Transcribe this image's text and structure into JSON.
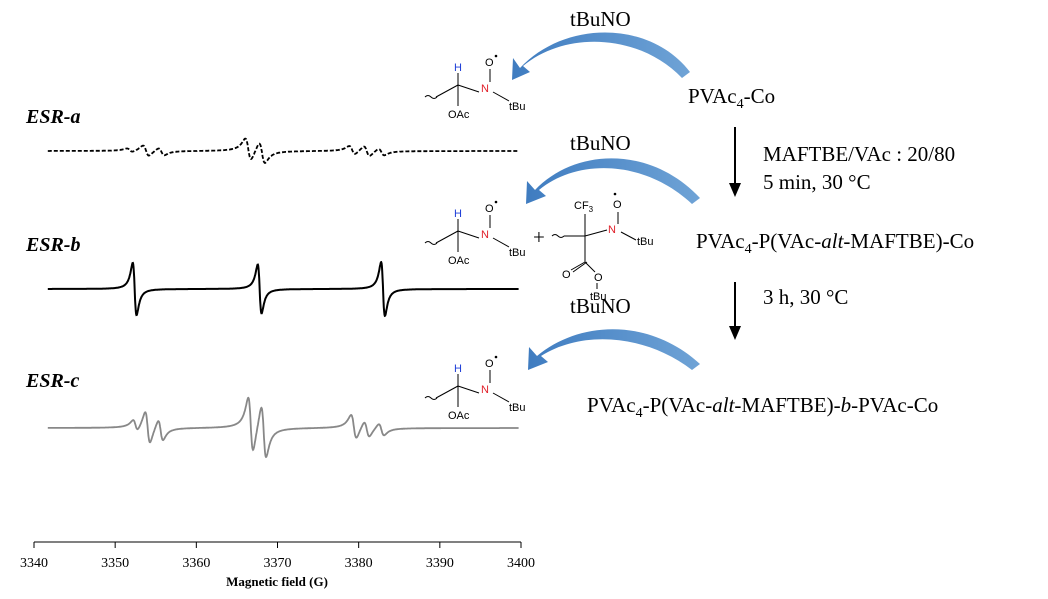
{
  "chart_data": {
    "type": "line",
    "xlabel": "Magnetic field (G)",
    "xlim": [
      3340,
      3400
    ],
    "xticks": [
      3340,
      3350,
      3360,
      3370,
      3380,
      3390,
      3400
    ],
    "series": [
      {
        "name": "ESR-a",
        "color": "#000000",
        "dash": "dashed",
        "triplets": [
          {
            "x": 3353.8,
            "amp": 0.55,
            "w": 0.55,
            "sub": [
              -2.0,
              0.0,
              1.9
            ],
            "subAmp": [
              0.35,
              1.0,
              0.7
            ]
          },
          {
            "x": 3367.2,
            "amp": 1.15,
            "w": 0.55,
            "sub": [
              -0.8,
              0.9
            ],
            "subAmp": [
              1.0,
              0.95
            ]
          },
          {
            "x": 3381.0,
            "amp": 0.6,
            "w": 0.55,
            "sub": [
              -1.8,
              0.0,
              1.8
            ],
            "subAmp": [
              0.75,
              0.9,
              0.6
            ]
          }
        ]
      },
      {
        "name": "ESR-b",
        "color": "#000000",
        "dash": "solid",
        "triplets": [
          {
            "x": 3352.4,
            "amp": 1.6,
            "w": 0.35,
            "sub": [
              0.0
            ],
            "subAmp": [
              1.0
            ]
          },
          {
            "x": 3367.8,
            "amp": 1.5,
            "w": 0.35,
            "sub": [
              0.0
            ],
            "subAmp": [
              1.0
            ]
          },
          {
            "x": 3383.0,
            "amp": 1.65,
            "w": 0.35,
            "sub": [
              0.0
            ],
            "subAmp": [
              1.0
            ]
          }
        ]
      },
      {
        "name": "ESR-c",
        "color": "#888888",
        "dash": "solid",
        "triplets": [
          {
            "x": 3354.0,
            "amp": 0.9,
            "w": 0.45,
            "sub": [
              -1.5,
              0.0,
              1.6
            ],
            "subAmp": [
              0.35,
              1.0,
              0.65
            ]
          },
          {
            "x": 3367.5,
            "amp": 1.55,
            "w": 0.45,
            "sub": [
              -0.8,
              0.8
            ],
            "subAmp": [
              1.0,
              0.95
            ]
          },
          {
            "x": 3381.0,
            "amp": 0.75,
            "w": 0.5,
            "sub": [
              -1.6,
              0.0,
              1.8
            ],
            "subAmp": [
              0.9,
              0.6,
              0.45
            ]
          }
        ]
      }
    ]
  },
  "scheme": {
    "reagent_top": "tBuNO",
    "reagent_mid": "tBuNO",
    "reagent_bot": "tBuNO",
    "species1": {
      "main": "PVAc",
      "sub": "4",
      "rest": "-Co"
    },
    "step1_line1": "MAFTBE/VAc : 20/80",
    "step1_line2": "5 min, 30 °C",
    "species2": {
      "main": "PVAc",
      "sub": "4",
      "p1": "-P(VAc-",
      "alt": "alt",
      "p2": "-MAFTBE)-Co"
    },
    "step2": "3 h, 30 °C",
    "species3": {
      "main": "PVAc",
      "sub": "4",
      "p1": "-P(VAc-",
      "alt": "alt",
      "p2": "-MAFTBE)-",
      "b": "b",
      "p3": "-PVAc-Co"
    },
    "plus": "+"
  },
  "adducts": {
    "h": "H",
    "o": "O",
    "n": "N",
    "tbu": "tBu",
    "oac": "OAc",
    "cf3": "CF",
    "cf3sub": "3",
    "ester_o1": "O",
    "ester_o2": "O"
  },
  "colors": {
    "arrow_blue": "#4a86c5",
    "n_red": "#e0202a",
    "h_blue": "#1f3fd8"
  }
}
